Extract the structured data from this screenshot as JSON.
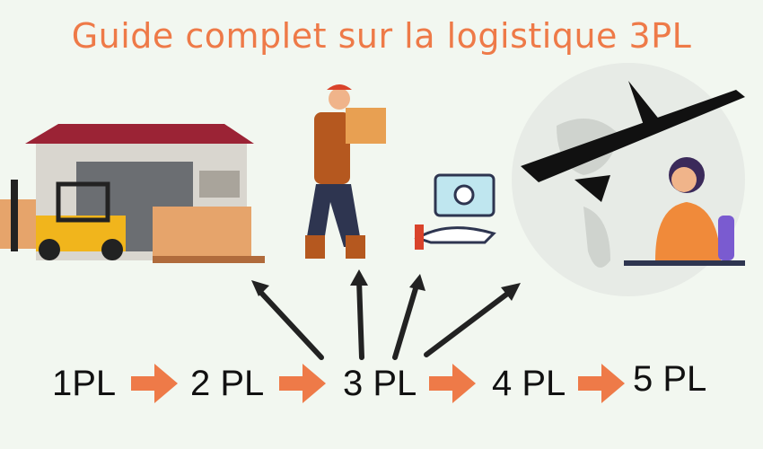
{
  "title": "Guide complet sur la logistique 3PL",
  "steps": [
    "1PL",
    "2 PL",
    "3 PL",
    "4 PL",
    "5 PL"
  ],
  "colors": {
    "accent": "#ee7a48",
    "background": "#f2f7f0",
    "text": "#111111"
  },
  "icons": [
    "warehouse-forklift-icon",
    "delivery-worker-icon",
    "money-hand-icon",
    "airplane-globe-icon",
    "support-agent-icon"
  ]
}
